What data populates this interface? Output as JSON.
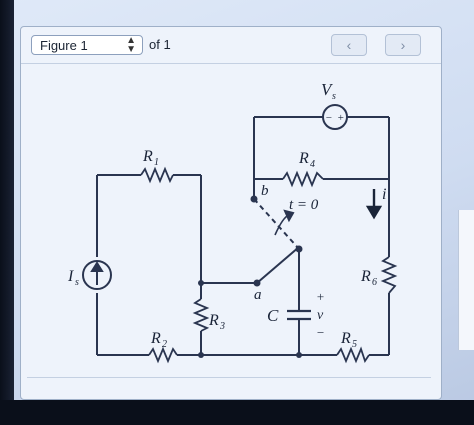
{
  "toolbar": {
    "figure_select_value": "Figure 1",
    "of_text": "of 1",
    "prev_symbol": "‹",
    "next_symbol": "›"
  },
  "circuit": {
    "labels": {
      "vs": "V",
      "vs_sub": "s",
      "r1": "R",
      "r1_sub": "1",
      "r2": "R",
      "r2_sub": "2",
      "r3": "R",
      "r3_sub": "3",
      "r4": "R",
      "r4_sub": "4",
      "r5": "R",
      "r5_sub": "5",
      "r6": "R",
      "r6_sub": "6",
      "is": "I",
      "is_sub": "s",
      "c": "C",
      "v": "v",
      "plus": "+",
      "minus": "−",
      "i": "i",
      "a": "a",
      "b": "b",
      "t": "t = 0",
      "src_minus": "−",
      "src_plus": "+"
    }
  },
  "colors": {
    "wire": "#2a3550",
    "window_bg": "#eef3fb",
    "screen_glow": "#dfe9f8"
  }
}
